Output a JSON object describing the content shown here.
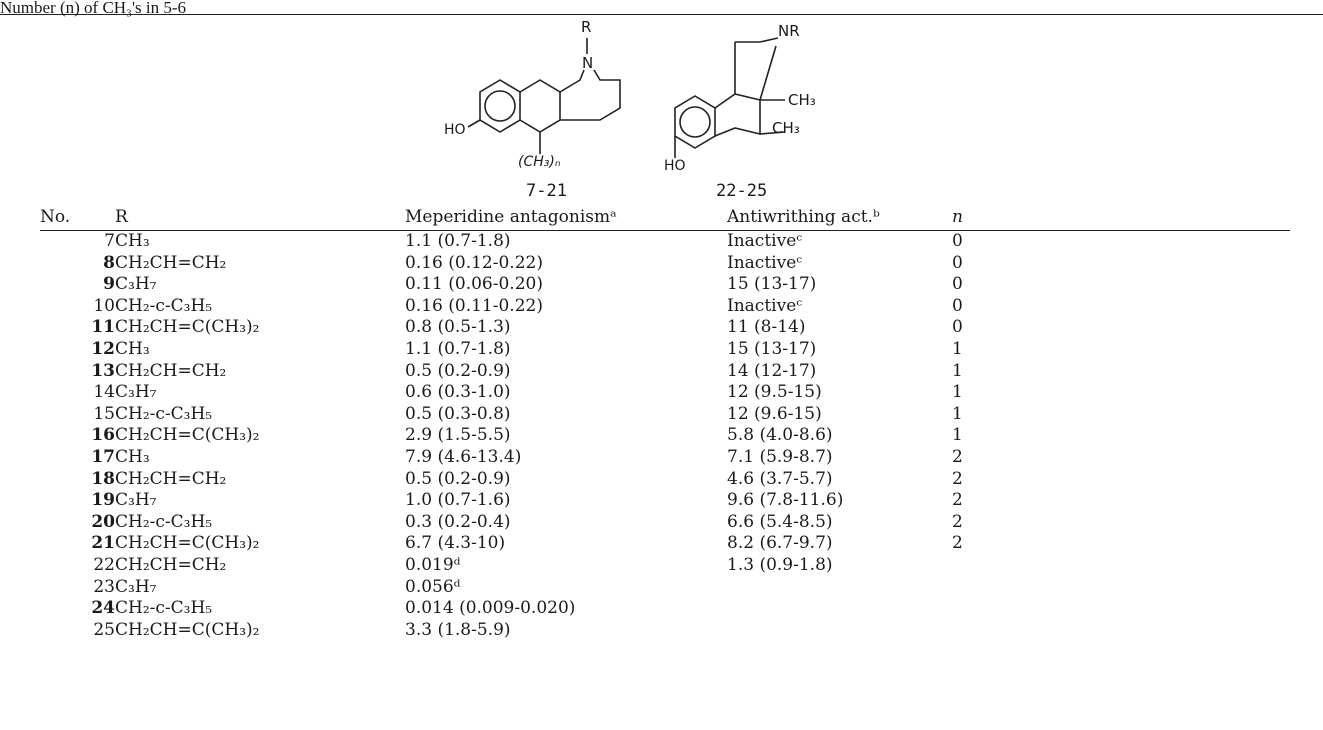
{
  "caption": "Number (n) of CH₃'s in 5-6",
  "structures": {
    "left_label": "7-21",
    "right_label": "22-25",
    "left_atoms": {
      "r": "R",
      "n": "N",
      "ho": "HO",
      "ch3n": "(CH₃)ₙ"
    },
    "right_atoms": {
      "nr": "NR",
      "ch3_a": "CH₃",
      "ch3_b": "CH₃",
      "ho": "HO"
    }
  },
  "table": {
    "headers": {
      "no": "No.",
      "r": "R",
      "meperidine": "Meperidine antagonismᵃ",
      "antiwrithing": "Antiwrithing act.ᵇ",
      "n": "n"
    },
    "rows": [
      {
        "no": "7",
        "r": "CH₃",
        "meperidine": "1.1 (0.7-1.8)",
        "antiwrithing": "Inactiveᶜ",
        "n": "0"
      },
      {
        "no": "8",
        "r": "CH₂CH=CH₂",
        "meperidine": "0.16 (0.12-0.22)",
        "antiwrithing": "Inactiveᶜ",
        "n": "0"
      },
      {
        "no": "9",
        "r": "C₃H₇",
        "meperidine": "0.11 (0.06-0.20)",
        "antiwrithing": "15 (13-17)",
        "n": "0"
      },
      {
        "no": "10",
        "r": "CH₂-c-C₃H₅",
        "meperidine": "0.16 (0.11-0.22)",
        "antiwrithing": "Inactiveᶜ",
        "n": "0"
      },
      {
        "no": "11",
        "r": "CH₂CH=C(CH₃)₂",
        "meperidine": "0.8 (0.5-1.3)",
        "antiwrithing": "11 (8-14)",
        "n": "0"
      },
      {
        "no": "12",
        "r": "CH₃",
        "meperidine": "1.1 (0.7-1.8)",
        "antiwrithing": "15 (13-17)",
        "n": "1"
      },
      {
        "no": "13",
        "r": "CH₂CH=CH₂",
        "meperidine": "0.5 (0.2-0.9)",
        "antiwrithing": "14 (12-17)",
        "n": "1"
      },
      {
        "no": "14",
        "r": "C₃H₇",
        "meperidine": "0.6 (0.3-1.0)",
        "antiwrithing": "12 (9.5-15)",
        "n": "1"
      },
      {
        "no": "15",
        "r": "CH₂-c-C₃H₅",
        "meperidine": "0.5 (0.3-0.8)",
        "antiwrithing": "12 (9.6-15)",
        "n": "1"
      },
      {
        "no": "16",
        "r": "CH₂CH=C(CH₃)₂",
        "meperidine": "2.9 (1.5-5.5)",
        "antiwrithing": "5.8 (4.0-8.6)",
        "n": "1"
      },
      {
        "no": "17",
        "r": "CH₃",
        "meperidine": "7.9 (4.6-13.4)",
        "antiwrithing": "7.1 (5.9-8.7)",
        "n": "2"
      },
      {
        "no": "18",
        "r": "CH₂CH=CH₂",
        "meperidine": "0.5 (0.2-0.9)",
        "antiwrithing": "4.6 (3.7-5.7)",
        "n": "2"
      },
      {
        "no": "19",
        "r": "C₃H₇",
        "meperidine": "1.0 (0.7-1.6)",
        "antiwrithing": "9.6 (7.8-11.6)",
        "n": "2"
      },
      {
        "no": "20",
        "r": "CH₂-c-C₃H₅",
        "meperidine": "0.3 (0.2-0.4)",
        "antiwrithing": "6.6 (5.4-8.5)",
        "n": "2"
      },
      {
        "no": "21",
        "r": "CH₂CH=C(CH₃)₂",
        "meperidine": "6.7 (4.3-10)",
        "antiwrithing": "8.2 (6.7-9.7)",
        "n": "2"
      },
      {
        "no": "22",
        "r": "CH₂CH=CH₂",
        "meperidine": "0.019ᵈ",
        "antiwrithing": "1.3 (0.9-1.8)",
        "n": ""
      },
      {
        "no": "23",
        "r": "C₃H₇",
        "meperidine": "0.056ᵈ",
        "antiwrithing": "",
        "n": ""
      },
      {
        "no": "24",
        "r": "CH₂-c-C₃H₅",
        "meperidine": "0.014 (0.009-0.020)",
        "antiwrithing": "",
        "n": ""
      },
      {
        "no": "25",
        "r": "CH₂CH=C(CH₃)₂",
        "meperidine": "3.3 (1.8-5.9)",
        "antiwrithing": "",
        "n": ""
      }
    ]
  }
}
